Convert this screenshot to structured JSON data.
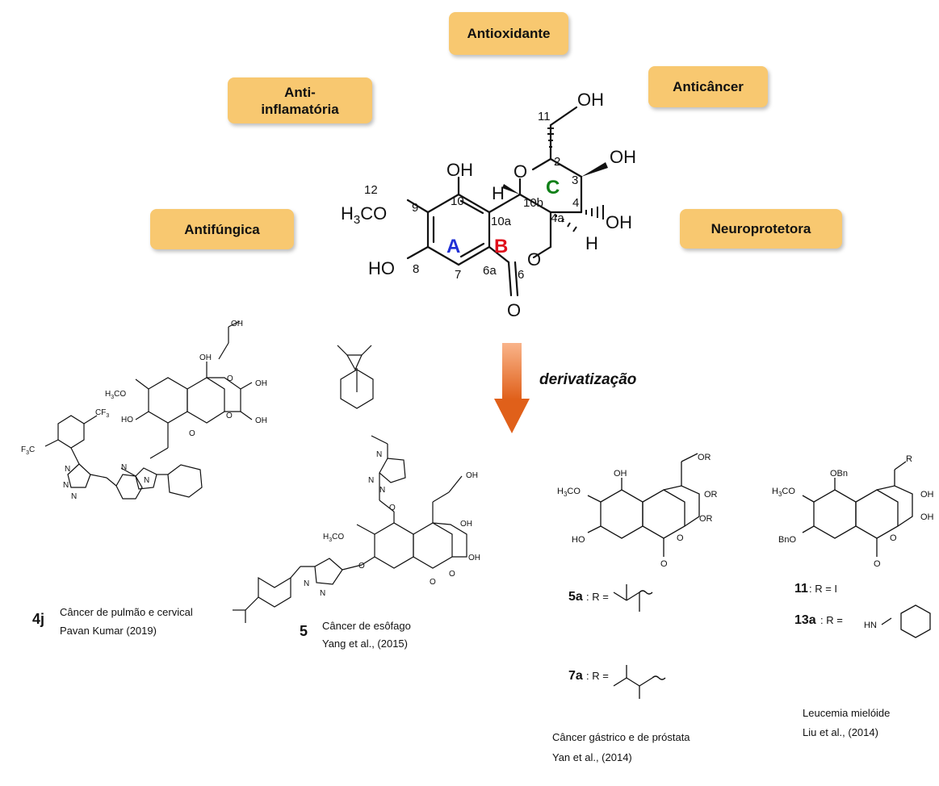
{
  "activities": {
    "antioxidante": "Antioxidante",
    "anti_inflamatoria": "Anti-\ninflamatória",
    "anticancer": "Anticâncer",
    "antifungica": "Antifúngica",
    "neuroprotetora": "Neuroprotetora"
  },
  "core_structure": {
    "ring_a": "A",
    "ring_b": "B",
    "ring_c": "C",
    "ring_colors": {
      "A": "#1f2fd6",
      "B": "#e0101c",
      "C": "#108018"
    },
    "atom_numbers": [
      "12",
      "9",
      "10",
      "10a",
      "10b",
      "4a",
      "8",
      "7",
      "6a",
      "6",
      "11",
      "2",
      "3",
      "4"
    ],
    "groups": [
      "OH",
      "H3CO",
      "HO",
      "O",
      "H",
      "OH",
      "OH",
      "OH",
      "O",
      "O"
    ]
  },
  "arrow": {
    "label": "derivatização",
    "color": "#e86a20"
  },
  "derivatives": [
    {
      "id": "4j",
      "caption_line1": "Câncer de pulmão e cervical",
      "caption_line2": "Pavan Kumar (2019)"
    },
    {
      "id": "5",
      "caption_line1": "Câncer de esôfago",
      "caption_line2": "Yang et al., (2015)"
    },
    {
      "id": "5a_7a",
      "r_5a": "5a",
      "r_7a": "7a",
      "r_label": ": R =",
      "caption_line1": "Câncer gástrico e de próstata",
      "caption_line2": "Yan et al., (2014)"
    },
    {
      "id": "11_13a",
      "r_11": "11",
      "r_11_value": ": R = I",
      "r_13a": "13a",
      "r_13a_value": ": R =",
      "caption_line1": "Leucemia mielóide",
      "caption_line2": "Liu et al., (2014)"
    }
  ]
}
